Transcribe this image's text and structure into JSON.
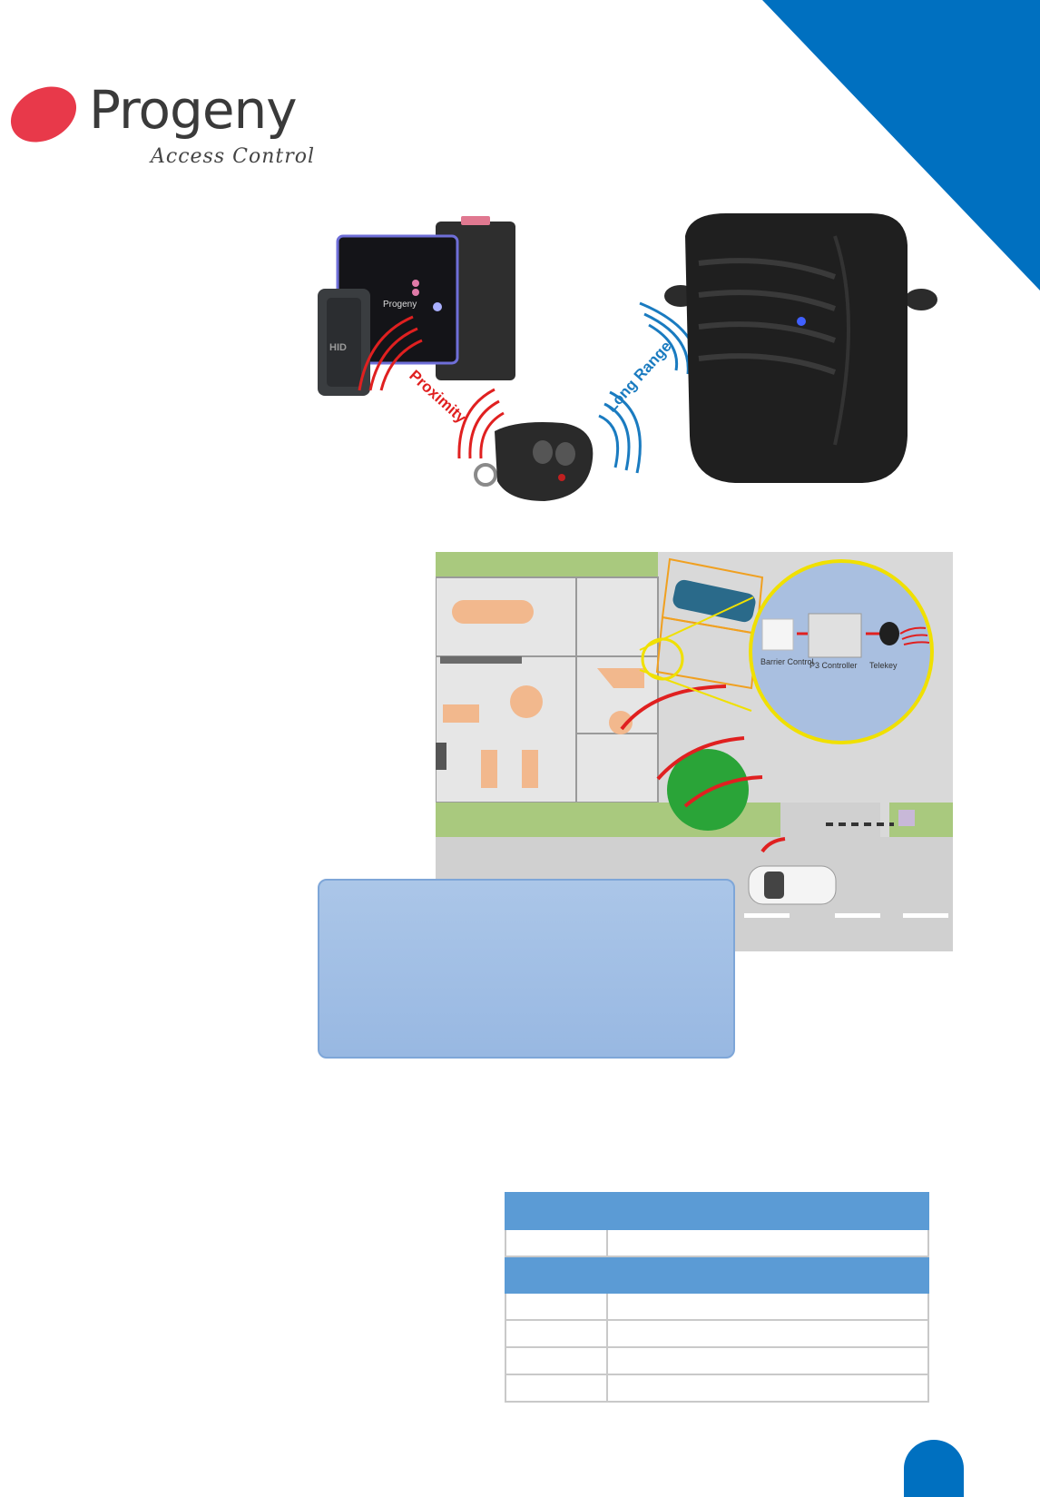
{
  "brand": {
    "name": "Progeny",
    "tagline": "Access Control",
    "logo_dot_color": "#e8394a",
    "accent_color": "#0070c0"
  },
  "hero": {
    "label_proximity": "Proximity",
    "label_long_range": "Long Range",
    "reader_brand_small": "HID",
    "reader_brand_main": "Progeny",
    "proximity_color": "#e02020",
    "long_range_color": "#1a7bc0"
  },
  "site_plan": {
    "callout_labels": [
      "Barrier Control",
      "P3 Controller",
      "Telekey"
    ]
  },
  "info_box": {
    "text": ""
  },
  "spec_table": {
    "header_1": "",
    "header_2": "",
    "rows_1": [
      [
        "",
        ""
      ]
    ],
    "rows_2": [
      [
        "",
        ""
      ],
      [
        "",
        ""
      ],
      [
        "",
        ""
      ],
      [
        "",
        ""
      ]
    ]
  },
  "page_number": ""
}
